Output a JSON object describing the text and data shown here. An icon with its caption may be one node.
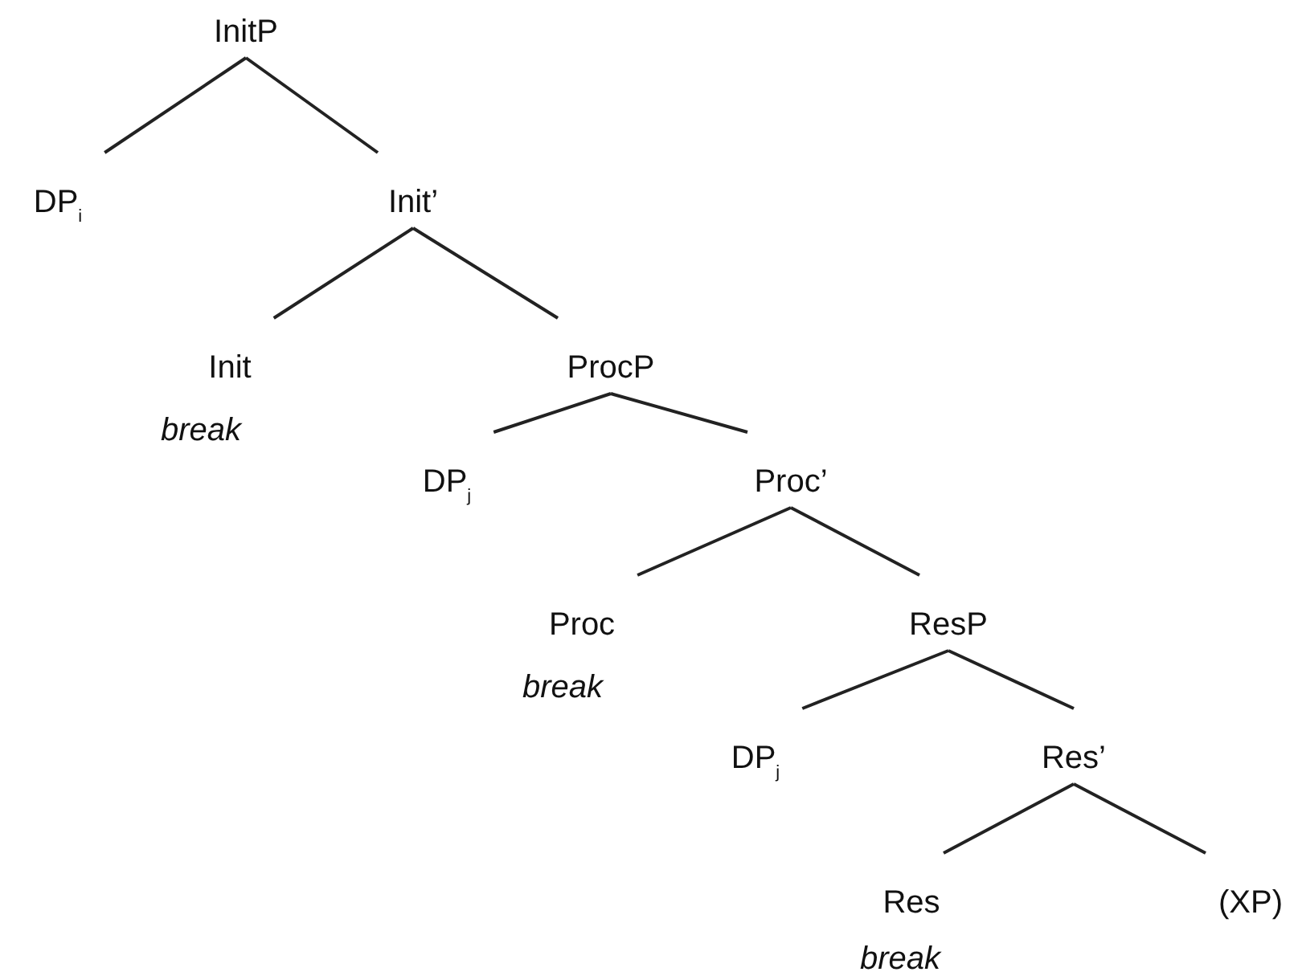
{
  "diagram": {
    "nodes": [
      {
        "text": [
          "InitP"
        ]
      },
      {
        "text": [
          "DP$_{i}$"
        ]
      },
      {
        "text": [
          "Init’"
        ]
      },
      {
        "text": [
          "Init"
        ],
        "beside": [
          "break"
        ]
      },
      {
        "text": [
          "ProcP"
        ]
      },
      {
        "text": [
          "DP$_{j}$"
        ]
      },
      {
        "text": [
          "Proc’"
        ]
      },
      {
        "text": [
          "Proc"
        ],
        "beside": [
          "break"
        ]
      },
      {
        "text": [
          "ResP"
        ]
      },
      {
        "text": [
          "DP$_{j}$"
        ]
      },
      {
        "text": [
          "Res’"
        ]
      },
      {
        "text": [
          "Res"
        ],
        "beside": [
          "break"
        ]
      },
      {
        "text": [
          "(XP)"
        ]
      }
    ],
    "edges": [
      {
        "from": 0,
        "to": 1,
        "arrow": "none"
      },
      {
        "from": 0,
        "to": 2,
        "arrow": "none"
      },
      {
        "from": 2,
        "to": 3,
        "arrow": "none"
      },
      {
        "from": 2,
        "to": 4,
        "arrow": "none"
      },
      {
        "from": 4,
        "to": 5,
        "arrow": "none"
      },
      {
        "from": 4,
        "to": 6,
        "arrow": "none"
      },
      {
        "from": 6,
        "to": 7,
        "arrow": "none"
      },
      {
        "from": 6,
        "to": 8,
        "arrow": "none"
      },
      {
        "from": 8,
        "to": 9,
        "arrow": "none"
      },
      {
        "from": 8,
        "to": 10,
        "arrow": "none"
      },
      {
        "from": 10,
        "to": 11,
        "arrow": "none"
      },
      {
        "from": 10,
        "to": 12,
        "arrow": "none"
      }
    ]
  }
}
